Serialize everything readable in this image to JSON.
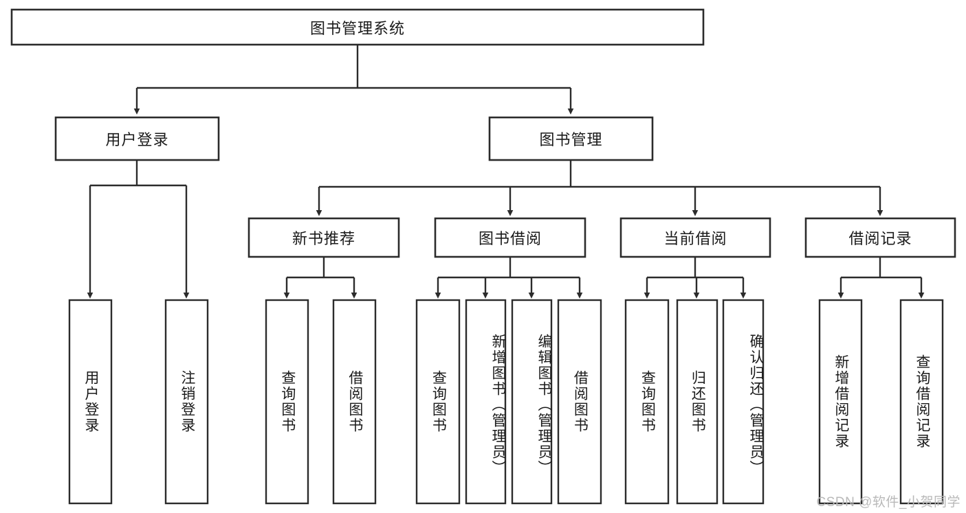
{
  "diagram": {
    "title": "图书管理系统",
    "watermark": "CSDN @软件_小贺同学",
    "colors": {
      "stroke": "#2b2b2b",
      "fill": "#ffffff",
      "text": "#1a1a1a",
      "watermark": "#b9b9b9"
    },
    "levels": {
      "root": {
        "label": "图书管理系统"
      },
      "level2": [
        {
          "label": "用户登录"
        },
        {
          "label": "图书管理"
        }
      ],
      "level3": [
        {
          "label": "新书推荐"
        },
        {
          "label": "图书借阅"
        },
        {
          "label": "当前借阅"
        },
        {
          "label": "借阅记录"
        }
      ],
      "level4": {
        "user_login": [
          {
            "label": "用户登录"
          },
          {
            "label": "注销登录"
          }
        ],
        "new_book_recommend": [
          {
            "label": "查询图书"
          },
          {
            "label": "借阅图书"
          }
        ],
        "book_borrow": [
          {
            "label": "查询图书"
          },
          {
            "label": "新增图书（管理员）"
          },
          {
            "label": "编辑图书（管理员）"
          },
          {
            "label": "借阅图书"
          }
        ],
        "current_borrow": [
          {
            "label": "查询图书"
          },
          {
            "label": "归还图书"
          },
          {
            "label": "确认归还（管理员）"
          }
        ],
        "borrow_record": [
          {
            "label": "新增借阅记录"
          },
          {
            "label": "查询借阅记录"
          }
        ]
      }
    }
  }
}
